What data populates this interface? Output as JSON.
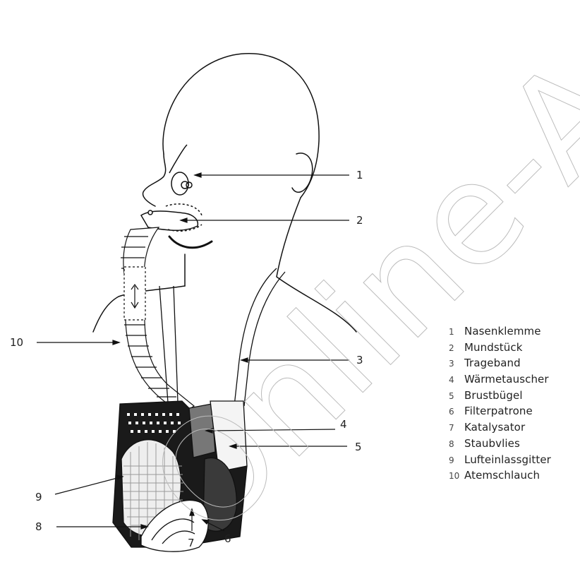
{
  "callouts": [
    {
      "n": "1"
    },
    {
      "n": "2"
    },
    {
      "n": "3"
    },
    {
      "n": "4"
    },
    {
      "n": "5"
    },
    {
      "n": "6"
    },
    {
      "n": "7"
    },
    {
      "n": "8"
    },
    {
      "n": "9"
    },
    {
      "n": "10"
    }
  ],
  "legend": [
    {
      "n": "1",
      "label": "Nasenklemme"
    },
    {
      "n": "2",
      "label": "Mundstück"
    },
    {
      "n": "3",
      "label": "Trageband"
    },
    {
      "n": "4",
      "label": "Wärmetauscher"
    },
    {
      "n": "5",
      "label": "Brustbügel"
    },
    {
      "n": "6",
      "label": "Filterpatrone"
    },
    {
      "n": "7",
      "label": "Katalysator"
    },
    {
      "n": "8",
      "label": "Staubvlies"
    },
    {
      "n": "9",
      "label": "Lufteinlassgitter"
    },
    {
      "n": "10",
      "label": "Atemschlauch"
    }
  ],
  "watermark": "Online-Ar"
}
